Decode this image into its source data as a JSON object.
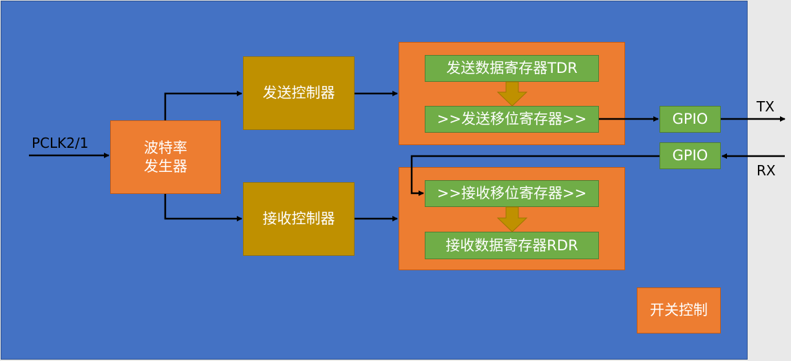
{
  "labels": {
    "clock_in": "PCLK2/1",
    "baud_gen": "波特率\n发生器",
    "tx_ctrl": "发送控制器",
    "rx_ctrl": "接收控制器",
    "tdr": "发送数据寄存器TDR",
    "tx_shift": ">>发送移位寄存器>>",
    "rx_shift": ">>接收移位寄存器>>",
    "rdr": "接收数据寄存器RDR",
    "gpio_tx": "GPIO",
    "gpio_rx": "GPIO",
    "tx_pin": "TX",
    "rx_pin": "RX",
    "switch_ctrl": "开关控制"
  },
  "colors": {
    "panel": "#4472c4",
    "orange": "#ed7d31",
    "gold": "#bf9000",
    "green": "#70ad47",
    "wire": "#000000"
  }
}
